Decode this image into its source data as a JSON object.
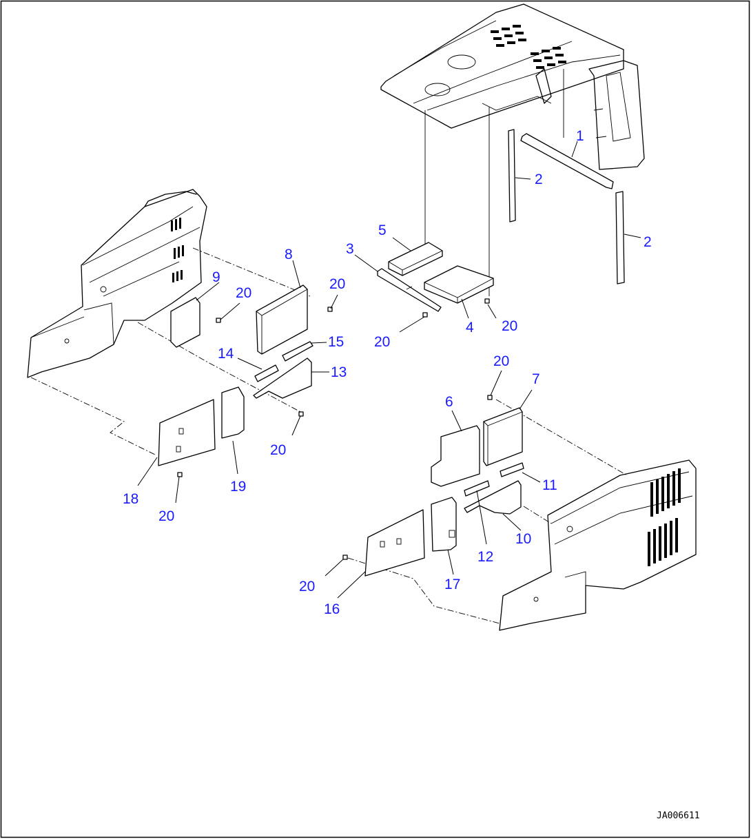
{
  "drawing": {
    "code": "JA006611",
    "callouts": {
      "c1": "1",
      "c2a": "2",
      "c2b": "2",
      "c3": "3",
      "c4": "4",
      "c5": "5",
      "c6": "6",
      "c7": "7",
      "c8": "8",
      "c9": "9",
      "c10": "10",
      "c11": "11",
      "c12": "12",
      "c13": "13",
      "c14": "14",
      "c15": "15",
      "c16": "16",
      "c17": "17",
      "c18": "18",
      "c19": "19",
      "c20a": "20",
      "c20b": "20",
      "c20c": "20",
      "c20d": "20",
      "c20e": "20",
      "c20f": "20",
      "c20g": "20",
      "c20h": "20"
    }
  },
  "colors": {
    "callout": "#1a1aff",
    "line": "#000000"
  }
}
